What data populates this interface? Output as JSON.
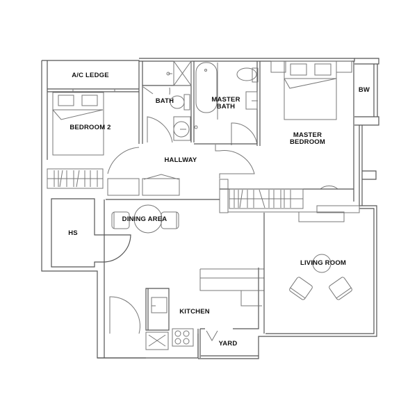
{
  "floorplan": {
    "rooms": [
      {
        "id": "ac-ledge",
        "label": "A/C LEDGE"
      },
      {
        "id": "bedroom-2",
        "label": "BEDROOM 2"
      },
      {
        "id": "bath",
        "label": "BATH"
      },
      {
        "id": "master-bath",
        "label": "MASTER\nBATH"
      },
      {
        "id": "master-bedroom",
        "label": "MASTER\nBEDROOM"
      },
      {
        "id": "bw",
        "label": "BW"
      },
      {
        "id": "hallway",
        "label": "HALLWAY"
      },
      {
        "id": "hs",
        "label": "HS"
      },
      {
        "id": "dining-area",
        "label": "DINING AREA"
      },
      {
        "id": "living-room",
        "label": "LIVING ROOM"
      },
      {
        "id": "kitchen",
        "label": "KITCHEN"
      },
      {
        "id": "yard",
        "label": "YARD"
      }
    ],
    "colors": {
      "wall": "#555555",
      "text": "#111111",
      "background": "#ffffff"
    }
  }
}
